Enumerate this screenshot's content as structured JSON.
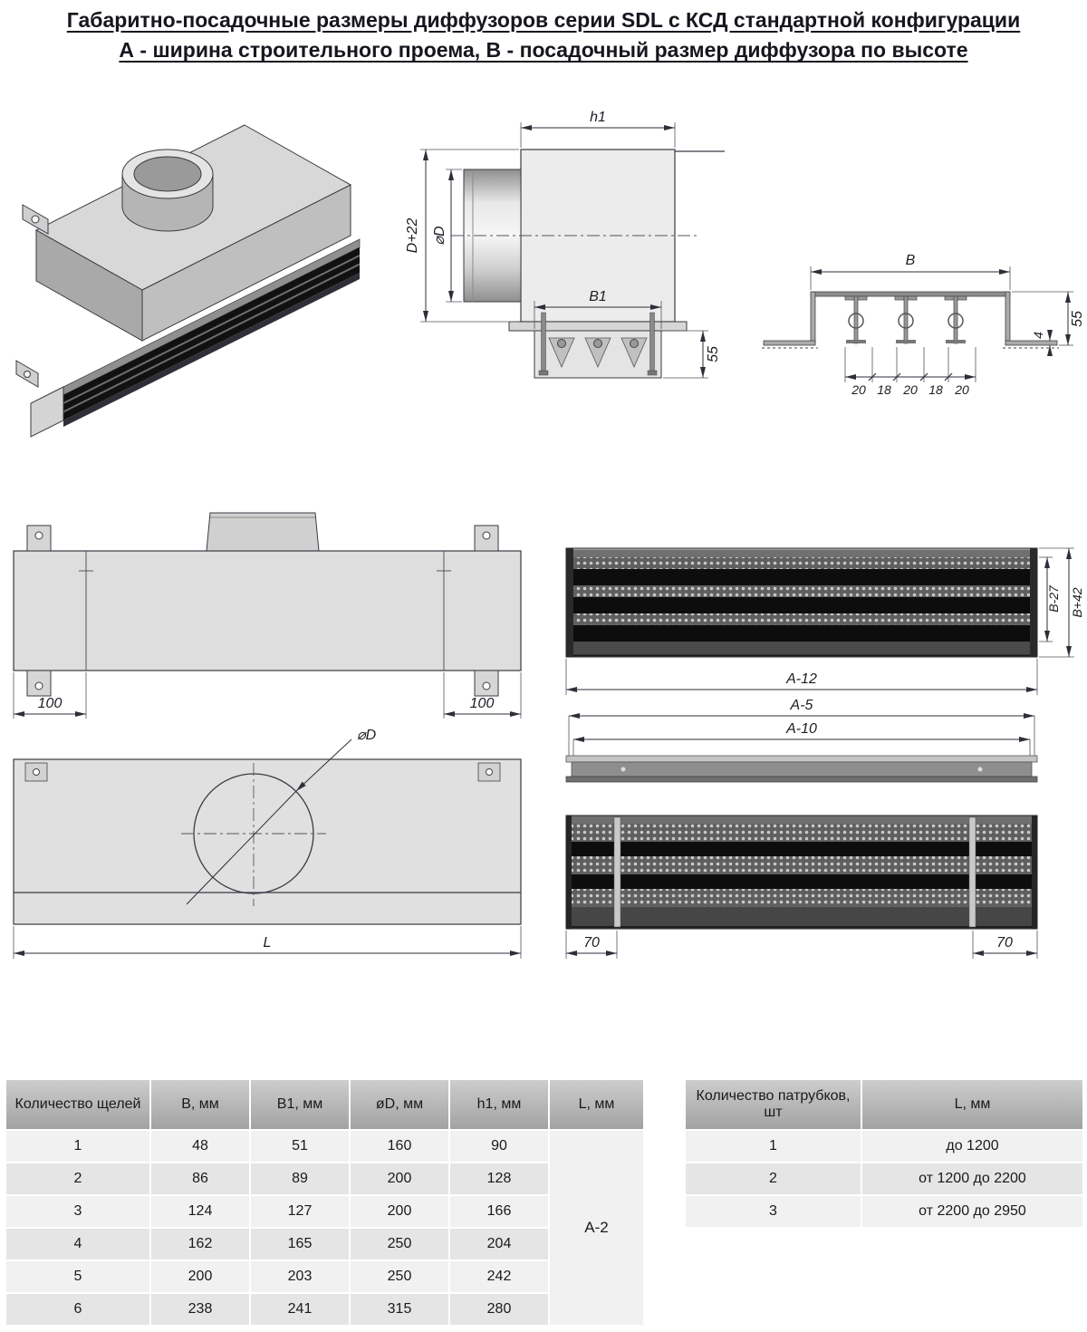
{
  "title": {
    "line1": "Габаритно-посадочные размеры диффузоров серии SDL с КСД стандартной конфигурации",
    "line2": "А - ширина строительного проема, В - посадочный размер диффузора по высоте"
  },
  "dims": {
    "h1": "h1",
    "d_plus_22": "D+22",
    "phi_d_side": "⌀D",
    "b1": "B1",
    "h55_side": "55",
    "b_section": "B",
    "h55_section": "55",
    "t4_section": "4",
    "slot_widths": [
      "20",
      "18",
      "20",
      "18",
      "20"
    ],
    "offset_100_left": "100",
    "offset_100_right": "100",
    "b_minus_27": "B-27",
    "b_plus_42": "B+42",
    "a_minus_12": "A-12",
    "a_minus_5": "A-5",
    "a_minus_10": "A-10",
    "phi_d_top": "⌀D",
    "length_l": "L",
    "offset_70_left": "70",
    "offset_70_right": "70"
  },
  "slots_table": {
    "headers": [
      "Количество щелей",
      "B, мм",
      "B1, мм",
      "øD, мм",
      "h1, мм",
      "L, мм"
    ],
    "rows": [
      [
        "1",
        "48",
        "51",
        "160",
        "90"
      ],
      [
        "2",
        "86",
        "89",
        "200",
        "128"
      ],
      [
        "3",
        "124",
        "127",
        "200",
        "166"
      ],
      [
        "4",
        "162",
        "165",
        "250",
        "204"
      ],
      [
        "5",
        "200",
        "203",
        "250",
        "242"
      ],
      [
        "6",
        "238",
        "241",
        "315",
        "280"
      ]
    ],
    "l_merged_value": "А-2"
  },
  "pipes_table": {
    "headers": [
      "Количество патрубков, шт",
      "L, мм"
    ],
    "rows": [
      [
        "1",
        "до 1200"
      ],
      [
        "2",
        "от 1200 до 2200"
      ],
      [
        "3",
        "от 2200 до 2950"
      ]
    ]
  }
}
